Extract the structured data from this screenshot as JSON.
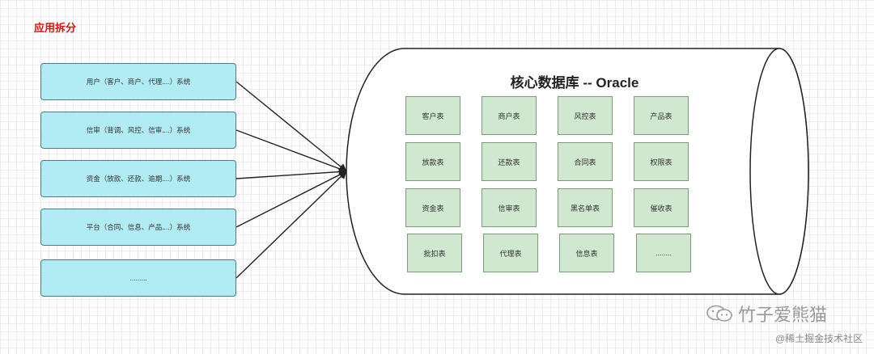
{
  "title": "应用拆分",
  "systems": [
    {
      "label": "用户（客户、商户、代理....）系统"
    },
    {
      "label": "信审（背调、风控、信审....）系统"
    },
    {
      "label": "资金（放款、还款、逾期....）系统"
    },
    {
      "label": "平台（合同、信息、产品....）系统"
    },
    {
      "label": "........."
    }
  ],
  "database": {
    "title": "核心数据库 -- Oracle",
    "tables": [
      [
        "客户表",
        "商户表",
        "风控表",
        "产品表"
      ],
      [
        "放款表",
        "还款表",
        "合同表",
        "权限表"
      ],
      [
        "资金表",
        "信审表",
        "黑名单表",
        "催收表"
      ],
      [
        "批扣表",
        "代理表",
        "信息表",
        "........"
      ]
    ]
  },
  "watermark": {
    "brand": "竹子爱熊猫",
    "brand_icon": "wechat-icon",
    "sub": "@稀土掘金技术社区"
  }
}
